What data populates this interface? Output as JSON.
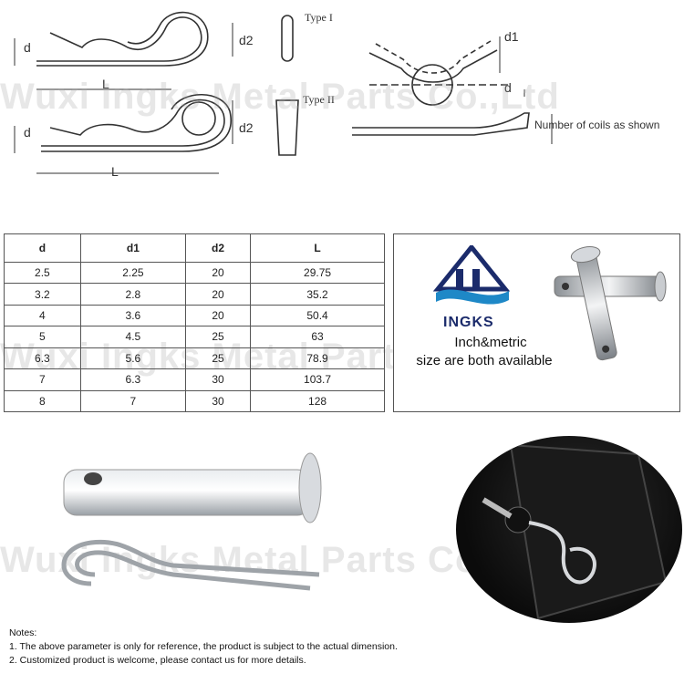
{
  "diagram": {
    "labels": {
      "d": "d",
      "d1": "d1",
      "d2": "d2",
      "L": "L",
      "type1": "Type I",
      "type2": "Type II",
      "coils_note": "Number of coils as shown"
    }
  },
  "spec_table": {
    "headers": [
      "d",
      "d1",
      "d2",
      "L"
    ],
    "rows": [
      [
        "2.5",
        "2.25",
        "20",
        "29.75"
      ],
      [
        "3.2",
        "2.8",
        "20",
        "35.2"
      ],
      [
        "4",
        "3.6",
        "20",
        "50.4"
      ],
      [
        "5",
        "4.5",
        "25",
        "63"
      ],
      [
        "6.3",
        "5.6",
        "25",
        "78.9"
      ],
      [
        "7",
        "6.3",
        "30",
        "103.7"
      ],
      [
        "8",
        "7",
        "30",
        "128"
      ]
    ]
  },
  "brand": {
    "name": "INGKS",
    "line1": "Inch&metric",
    "line2": "size are both available",
    "colors": {
      "primary": "#1b2b6b",
      "accent": "#1e88c7"
    }
  },
  "watermark": {
    "text": "Wuxi Ingks Metal Parts Co.,Ltd"
  },
  "notes": {
    "title": "Notes:",
    "line1": "1. The above parameter is only for reference, the product is subject to the actual dimension.",
    "line2": "2. Customized product is welcome, please contact us for more details."
  },
  "icons": [
    "r-clip-diagram",
    "clevis-pin-photo",
    "r-clip-photo",
    "usage-photo",
    "ingks-logo-icon"
  ]
}
